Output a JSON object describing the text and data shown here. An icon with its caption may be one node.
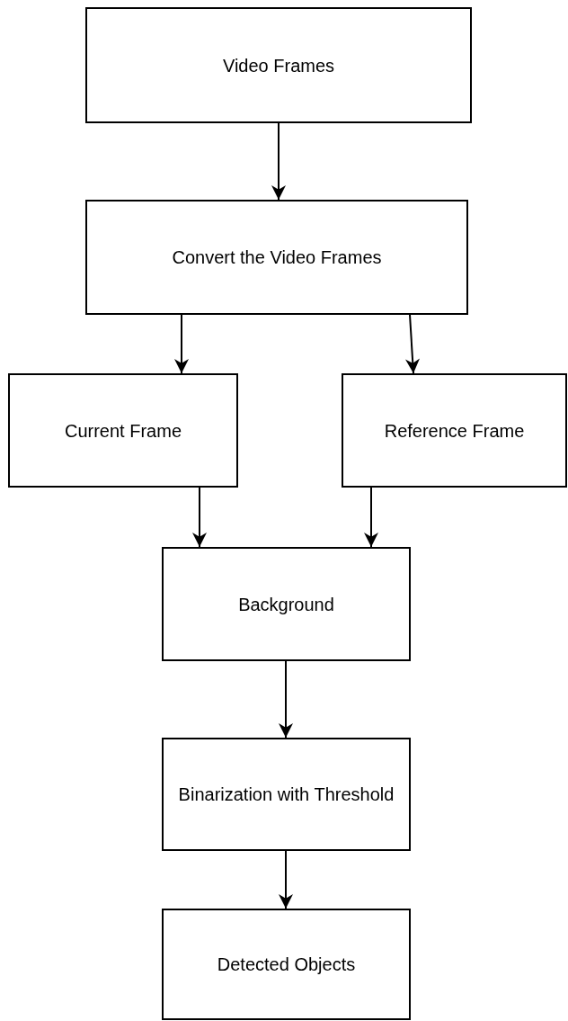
{
  "diagram": {
    "nodes": [
      {
        "text": [
          "Video Frames"
        ]
      },
      {
        "text": [
          "Convert the Video Frames"
        ]
      },
      {
        "text": [
          "Current Frame"
        ]
      },
      {
        "text": [
          "Reference Frame"
        ]
      },
      {
        "text": [
          "Background"
        ]
      },
      {
        "text": [
          "Binarization with Threshold"
        ]
      },
      {
        "text": [
          "Detected Objects"
        ]
      }
    ],
    "edges": [
      {
        "from": 0,
        "to": 1,
        "arrow": "to"
      },
      {
        "from": 1,
        "to": 2,
        "arrow": "to"
      },
      {
        "from": 1,
        "to": 3,
        "arrow": "to"
      },
      {
        "from": 2,
        "to": 4,
        "arrow": "to"
      },
      {
        "from": 3,
        "to": 4,
        "arrow": "to"
      },
      {
        "from": 4,
        "to": 5,
        "arrow": "to"
      },
      {
        "from": 5,
        "to": 6,
        "arrow": "to"
      }
    ]
  }
}
